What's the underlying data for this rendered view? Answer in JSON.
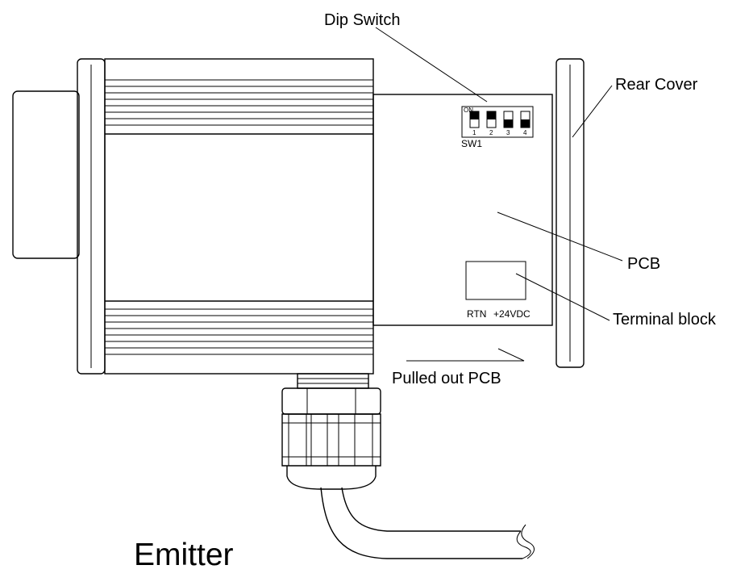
{
  "labels": {
    "dip_switch": "Dip Switch",
    "rear_cover": "Rear Cover",
    "pcb": "PCB",
    "terminal_block": "Terminal block",
    "pulled_out_pcb": "Pulled out PCB",
    "emitter": "Emitter"
  },
  "pcb_markings": {
    "on": "ON",
    "sw1": "SW1",
    "rtn": "RTN",
    "vdc": "+24VDC",
    "switch_numbers": [
      "1",
      "2",
      "3",
      "4"
    ]
  },
  "dip_switches": [
    {
      "number": "1",
      "state": "on"
    },
    {
      "number": "2",
      "state": "on"
    },
    {
      "number": "3",
      "state": "off"
    },
    {
      "number": "4",
      "state": "off"
    }
  ]
}
